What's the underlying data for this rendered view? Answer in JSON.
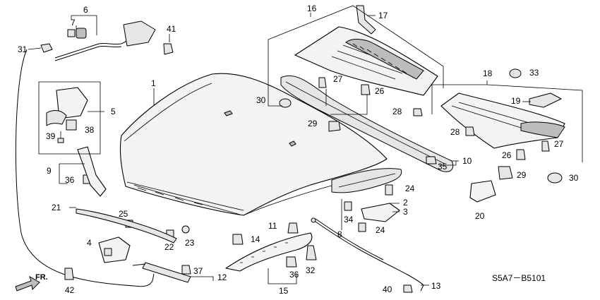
{
  "diagram": {
    "drawing_code": "S5A7－B5101",
    "direction_label": "FR.",
    "callouts": [
      {
        "id": "c1",
        "text": "1"
      },
      {
        "id": "c2",
        "text": "2"
      },
      {
        "id": "c3",
        "text": "3"
      },
      {
        "id": "c4",
        "text": "4"
      },
      {
        "id": "c5",
        "text": "5"
      },
      {
        "id": "c6",
        "text": "6"
      },
      {
        "id": "c7",
        "text": "7"
      },
      {
        "id": "c8",
        "text": "8"
      },
      {
        "id": "c9",
        "text": "9"
      },
      {
        "id": "c10",
        "text": "10"
      },
      {
        "id": "c11",
        "text": "11"
      },
      {
        "id": "c12",
        "text": "12"
      },
      {
        "id": "c13",
        "text": "13"
      },
      {
        "id": "c14",
        "text": "14"
      },
      {
        "id": "c15",
        "text": "15"
      },
      {
        "id": "c16",
        "text": "16"
      },
      {
        "id": "c17",
        "text": "17"
      },
      {
        "id": "c18",
        "text": "18"
      },
      {
        "id": "c19",
        "text": "19"
      },
      {
        "id": "c20",
        "text": "20"
      },
      {
        "id": "c21",
        "text": "21"
      },
      {
        "id": "c22",
        "text": "22"
      },
      {
        "id": "c23",
        "text": "23"
      },
      {
        "id": "c24a",
        "text": "24"
      },
      {
        "id": "c24b",
        "text": "24"
      },
      {
        "id": "c25",
        "text": "25"
      },
      {
        "id": "c26a",
        "text": "26"
      },
      {
        "id": "c26b",
        "text": "26"
      },
      {
        "id": "c27a",
        "text": "27"
      },
      {
        "id": "c27b",
        "text": "27"
      },
      {
        "id": "c28a",
        "text": "28"
      },
      {
        "id": "c28b",
        "text": "28"
      },
      {
        "id": "c29a",
        "text": "29"
      },
      {
        "id": "c29b",
        "text": "29"
      },
      {
        "id": "c30a",
        "text": "30"
      },
      {
        "id": "c30b",
        "text": "30"
      },
      {
        "id": "c31",
        "text": "31"
      },
      {
        "id": "c32",
        "text": "32"
      },
      {
        "id": "c33",
        "text": "33"
      },
      {
        "id": "c34",
        "text": "34"
      },
      {
        "id": "c35",
        "text": "35"
      },
      {
        "id": "c36a",
        "text": "36"
      },
      {
        "id": "c36b",
        "text": "36"
      },
      {
        "id": "c37",
        "text": "37"
      },
      {
        "id": "c38",
        "text": "38"
      },
      {
        "id": "c39",
        "text": "39"
      },
      {
        "id": "c40",
        "text": "40"
      },
      {
        "id": "c41",
        "text": "41"
      },
      {
        "id": "c42",
        "text": "42"
      }
    ]
  }
}
